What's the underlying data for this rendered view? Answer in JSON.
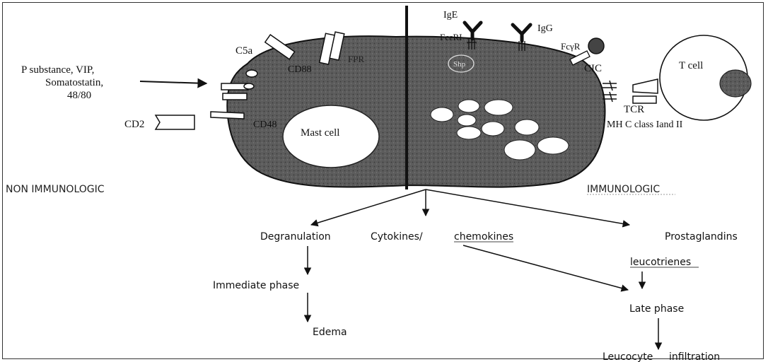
{
  "cell": {
    "mast_cell_label": "Mast cell",
    "cd88": "CD88",
    "fpr": "FPR",
    "cd48": "CD48",
    "shp": "Shp"
  },
  "left_labels": {
    "c5a": "C5a",
    "substances": [
      "P substance, VIP,",
      "Somatostatin,",
      "48/80"
    ],
    "cd2": "CD2",
    "non_immunologic": "NON IMMUNOLOGIC"
  },
  "right_labels": {
    "ige": "IgE",
    "fceri": "FcεRI",
    "igg": "IgG",
    "fcgr": "FcγR",
    "cic": "CIC",
    "t_cell": "T cell",
    "tcr": "TCR",
    "mhc": "MH C class Iand II",
    "immunologic": "IMMUNOLOGIC"
  },
  "flow": {
    "degranulation": "Degranulation",
    "cytokines": "Cytokines/",
    "chemokines": "chemokines",
    "prostaglandins": "Prostaglandins",
    "leucotrienes": "leucotrienes",
    "immediate_phase": "Immediate phase",
    "late_phase": "Late phase",
    "edema": "Edema",
    "leucocyte": "Leucocyte",
    "infiltration": "infiltration"
  },
  "colors": {
    "cell_fill": "#5a5a5a",
    "stroke": "#111111",
    "vesicle": "#ffffff"
  }
}
